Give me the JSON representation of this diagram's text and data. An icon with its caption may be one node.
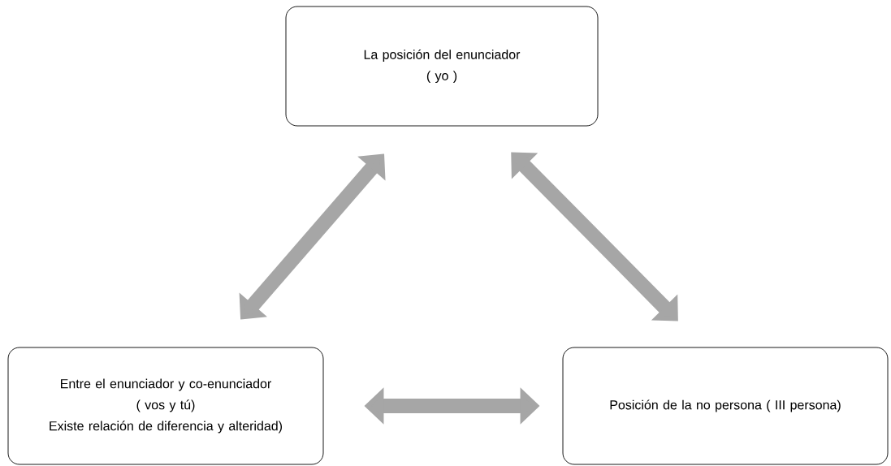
{
  "diagram": {
    "nodes": [
      {
        "text": [
          "La posición del enunciador",
          "( yo )"
        ]
      },
      {
        "text": [
          "Entre el enunciador y co-enunciador",
          "( vos y tú)",
          "Existe relación de diferencia y alteridad)"
        ]
      },
      {
        "text": [
          "Posición de la no persona ( III persona)"
        ]
      }
    ],
    "edges": [
      {
        "from": 1,
        "to": 0,
        "arrow": "both"
      },
      {
        "from": 0,
        "to": 2,
        "arrow": "both"
      },
      {
        "from": 1,
        "to": 2,
        "arrow": "both"
      }
    ]
  }
}
